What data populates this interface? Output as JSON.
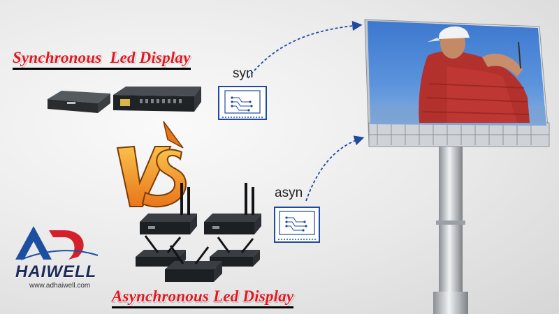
{
  "sync_title": "Synchronous  Led Display",
  "async_title": "Asynchronous Led Display",
  "sync_mode_label": "syn",
  "async_mode_label": "asyn",
  "vs_mark": "VS",
  "brand": {
    "name": "HAIWELL",
    "website": "www.adhaiwell.com"
  },
  "icons": [
    "controller-card-icon",
    "arrow-icon",
    "billboard-icon",
    "wifi-antenna-player-icon",
    "sending-box-icon"
  ],
  "colors": {
    "title_red": "#e3171f",
    "vs_orange": "#f39a1b",
    "logo_blue": "#1c4fa0",
    "logo_red": "#d4202a",
    "arrow_blue": "#1f4aa0",
    "sky_blue": "#4a86d6"
  }
}
